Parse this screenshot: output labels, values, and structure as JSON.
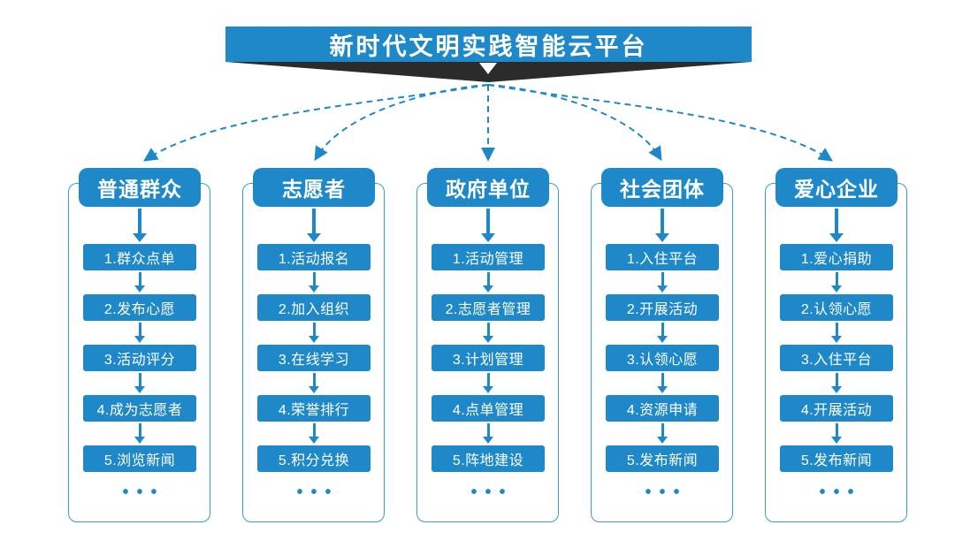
{
  "title": "新时代文明实践智能云平台",
  "colors": {
    "primary_blue": "#1e88c8",
    "outline_blue": "#3c9ad2",
    "ribbon_dark": "#2b2b2b",
    "text_white": "#ffffff"
  },
  "columns": [
    {
      "title": "普通群众",
      "items": [
        "1.群众点单",
        "2.发布心愿",
        "3.活动评分",
        "4.成为志愿者",
        "5.浏览新闻"
      ],
      "more": "•••"
    },
    {
      "title": "志愿者",
      "items": [
        "1.活动报名",
        "2.加入组织",
        "3.在线学习",
        "4.荣誉排行",
        "5.积分兑换"
      ],
      "more": "•••"
    },
    {
      "title": "政府单位",
      "items": [
        "1.活动管理",
        "2.志愿者管理",
        "3.计划管理",
        "4.点单管理",
        "5.阵地建设"
      ],
      "more": "•••"
    },
    {
      "title": "社会团体",
      "items": [
        "1.入住平台",
        "2.开展活动",
        "3.认领心愿",
        "4.资源申请",
        "5.发布新闻"
      ],
      "more": "•••"
    },
    {
      "title": "爱心企业",
      "items": [
        "1.爱心捐助",
        "2.认领心愿",
        "3.入住平台",
        "4.开展活动",
        "5.发布新闻"
      ],
      "more": "•••"
    }
  ]
}
